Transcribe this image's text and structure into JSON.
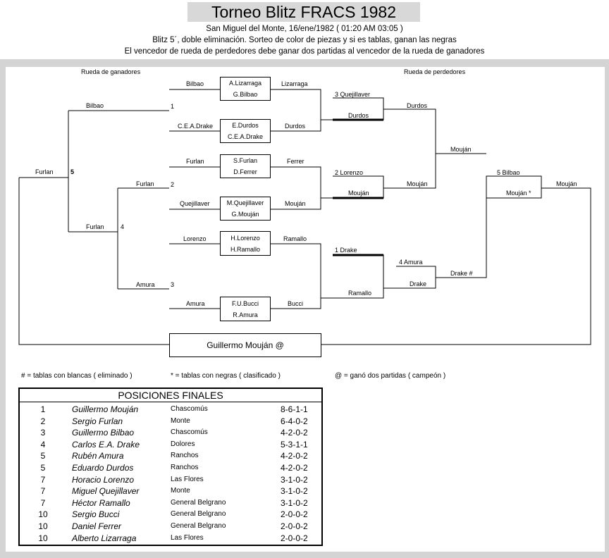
{
  "header": {
    "title": "Torneo Blitz FRACS 1982",
    "line1": "San Miguel del Monte, 16/ene/1982 ( 01:20 AM 03:05 )",
    "line2": "Blitz 5´, doble eliminación. Sorteo de color de piezas y si es tablas, ganan las negras",
    "line3": "El vencedor de rueda de perdedores debe ganar dos partidas al vencedor de la rueda de ganadores"
  },
  "bracket": {
    "winners_label": "Rueda de ganadores",
    "losers_label": "Rueda de perdedores",
    "matches": [
      {
        "white": "A.Lizarraga",
        "black": "G.Bilbao"
      },
      {
        "white": "E.Durdos",
        "black": "C.E.A.Drake"
      },
      {
        "white": "S.Furlan",
        "black": "D.Ferrer"
      },
      {
        "white": "M.Quejillaver",
        "black": "G.Mouján"
      },
      {
        "white": "H.Lorenzo",
        "black": "H.Ramallo"
      },
      {
        "white": "F.U.Bucci",
        "black": "R.Amura"
      }
    ],
    "labels": {
      "w1_bilbao": "Bilbao",
      "w1_lizarraga": "Lizarraga",
      "w1_drake": "C.E.A.Drake",
      "w1_durdos": "Durdos",
      "w1_furlan": "Furlan",
      "w1_ferrer": "Ferrer",
      "w1_quejillaver": "Quejillaver",
      "w1_moujan": "Mouján",
      "w1_lorenzo": "Lorenzo",
      "w1_ramallo": "Ramallo",
      "w1_amura": "Amura",
      "w1_bucci": "Bucci",
      "n1": "1",
      "n2": "2",
      "n3": "3",
      "n4": "4",
      "n5": "5",
      "w2_bilbao": "Bilbao",
      "w2_furlan": "Furlan",
      "w2_amura": "Amura",
      "w3_furlan": "Furlan",
      "w4_furlan": "Furlan",
      "l_quejillaver": "3  Quejillaver",
      "l_durdos": "Durdos",
      "l_durdos2": "Durdos",
      "l_lorenzo": "2  Lorenzo",
      "l_moujan": "Mouján",
      "l_moujan2": "Mouján",
      "l_drake": "1  Drake",
      "l_ramallo": "Ramallo",
      "l_amura": "4  Amura",
      "l_drake2": "Drake",
      "l_drakehash": "Drake #",
      "l_moujan3": "Mouján",
      "f_bilbao": "5  Bilbao",
      "f_moujanstar": "Mouján *",
      "f_moujan": "Mouján"
    },
    "champion": "Guillermo Mouján @"
  },
  "legend": {
    "hash": "# = tablas con blancas ( eliminado )",
    "star": "* = tablas con negras ( clasificado )",
    "at": "@ = ganó dos partidas ( campeón )"
  },
  "standings": {
    "title": "POSICIONES FINALES",
    "rows": [
      {
        "rank": "1",
        "name": "Guillermo Mouján",
        "city": "Chascomús",
        "score": "8-6-1-1"
      },
      {
        "rank": "2",
        "name": "Sergio Furlan",
        "city": "Monte",
        "score": "6-4-0-2"
      },
      {
        "rank": "3",
        "name": "Guillermo Bilbao",
        "city": "Chascomús",
        "score": "4-2-0-2"
      },
      {
        "rank": "4",
        "name": "Carlos E.A. Drake",
        "city": "Dolores",
        "score": "5-3-1-1"
      },
      {
        "rank": "5",
        "name": "Rubén Amura",
        "city": "Ranchos",
        "score": "4-2-0-2"
      },
      {
        "rank": "5",
        "name": "Eduardo Durdos",
        "city": "Ranchos",
        "score": "4-2-0-2"
      },
      {
        "rank": "7",
        "name": "Horacio Lorenzo",
        "city": "Las Flores",
        "score": "3-1-0-2"
      },
      {
        "rank": "7",
        "name": "Miguel Quejillaver",
        "city": "Monte",
        "score": "3-1-0-2"
      },
      {
        "rank": "7",
        "name": "Héctor Ramallo",
        "city": "General Belgrano",
        "score": "3-1-0-2"
      },
      {
        "rank": "10",
        "name": "Sergio Bucci",
        "city": "General Belgrano",
        "score": "2-0-0-2"
      },
      {
        "rank": "10",
        "name": "Daniel Ferrer",
        "city": "General Belgrano",
        "score": "2-0-0-2"
      },
      {
        "rank": "10",
        "name": "Alberto Lizarraga",
        "city": "Las Flores",
        "score": "2-0-0-2"
      }
    ]
  }
}
